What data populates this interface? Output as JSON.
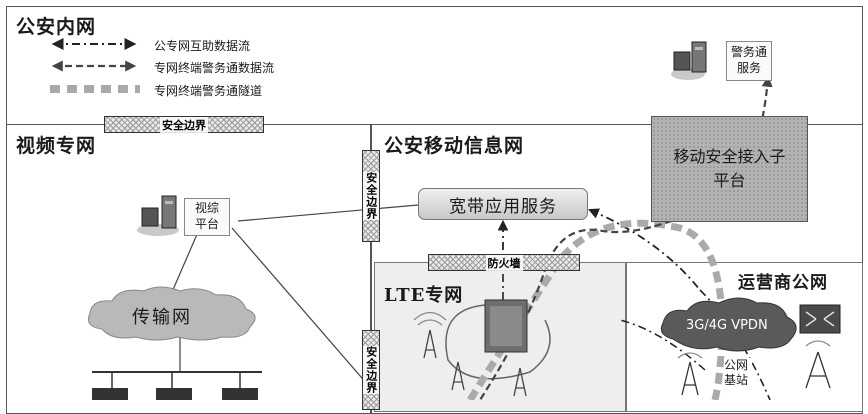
{
  "zones": {
    "police_intranet": "公安内网",
    "video_network": "视频专网",
    "mobile_info_network": "公安移动信息网",
    "lte_network": "LTE专网",
    "operator_network": "运营商公网"
  },
  "legend": [
    {
      "label": "公专网互助数据流",
      "style": "dash-dot"
    },
    {
      "label": "专网终端警务通数据流",
      "style": "dashed"
    },
    {
      "label": "专网终端警务通隧道",
      "style": "thick-dashed"
    }
  ],
  "boundaries": {
    "top": "安全边界",
    "vertical_upper": "安全边界",
    "vertical_lower": "安全边界",
    "firewall": "防火墙"
  },
  "nodes": {
    "police_app_server": "警务通服务",
    "video_platform": "视综平台",
    "transport_network": "传输网",
    "broadband_service": "宽带应用服务",
    "mobile_access_platform": "移动安全接入子平台",
    "vpdn": "3G/4G VPDN",
    "public_base_station": "公网基站"
  },
  "colors": {
    "zone_border": "#555555",
    "gray_fill": "#b3b3b3",
    "lte_fill": "#eeeeee",
    "tunnel": "#aaaaaa"
  }
}
